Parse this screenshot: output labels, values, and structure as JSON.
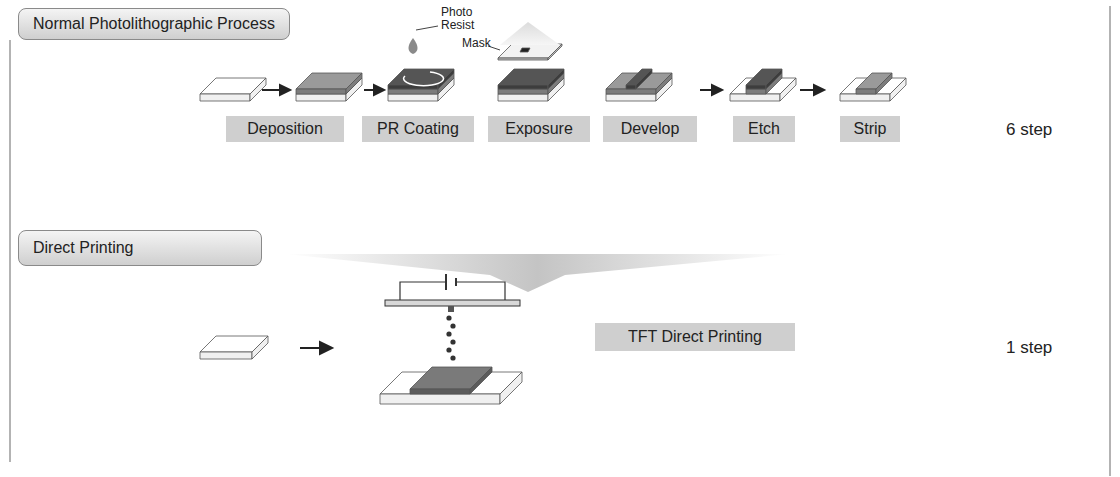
{
  "diagram": {
    "nodes": [
      {
        "text": [
          "Normal Photolithographic Process"
        ]
      },
      {
        "text": [
          "Deposition"
        ]
      },
      {
        "text": [
          "PR Coating"
        ]
      },
      {
        "text": [
          "Exposure"
        ]
      },
      {
        "text": [
          "Develop"
        ]
      },
      {
        "text": [
          "Etch"
        ]
      },
      {
        "text": [
          "Strip"
        ]
      },
      {
        "text": [
          "Direct Printing"
        ]
      },
      {
        "text": [
          "TFT Direct Printing"
        ]
      }
    ],
    "labels": [
      "Photo Resist",
      "Mask",
      "6 step",
      "1 step"
    ]
  }
}
